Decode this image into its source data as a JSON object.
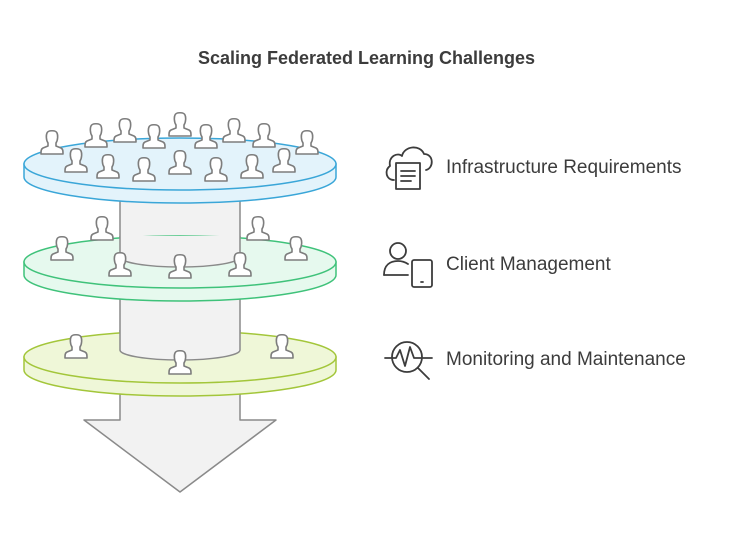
{
  "title": "Scaling Federated Learning Challenges",
  "layers": [
    {
      "label": "Infrastructure Requirements",
      "icon": "cloud-document-icon",
      "fill": "#e3f3fb",
      "stroke": "#3aa6d8"
    },
    {
      "label": "Client Management",
      "icon": "user-device-icon",
      "fill": "#e6f9ee",
      "stroke": "#3fc27a"
    },
    {
      "label": "Monitoring and Maintenance",
      "icon": "monitoring-magnifier-icon",
      "fill": "#eff7d8",
      "stroke": "#a3c63a"
    }
  ],
  "arrow": {
    "fill": "#f2f2f2",
    "stroke": "#8a8a8a"
  }
}
